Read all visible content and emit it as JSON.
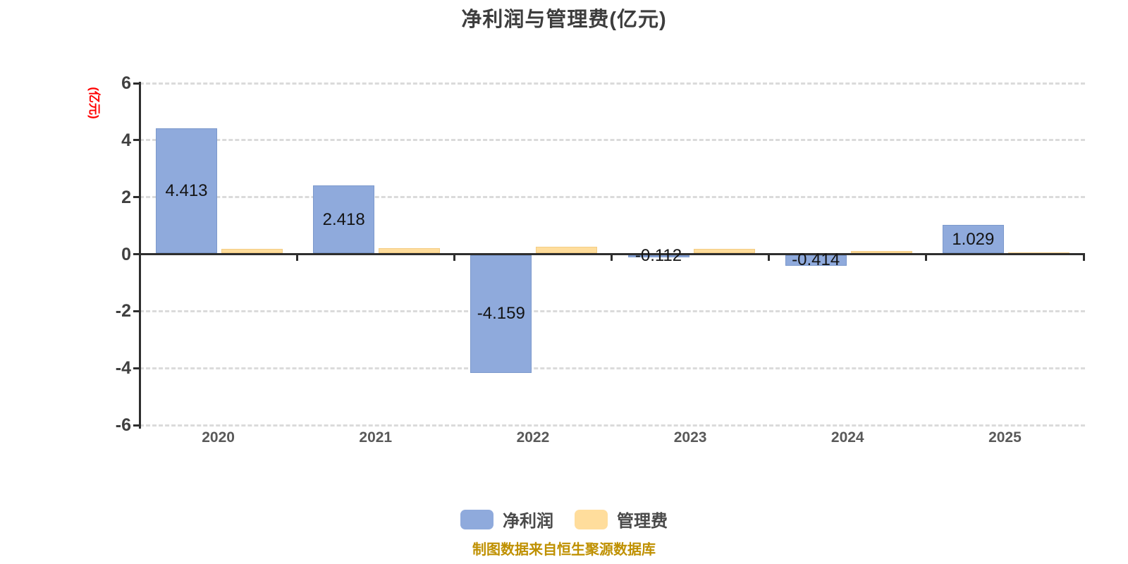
{
  "chart_data": {
    "type": "bar",
    "title": "净利润与管理费(亿元)",
    "ylabel": "(亿元)",
    "xlabel": "",
    "categories": [
      "2020",
      "2021",
      "2022",
      "2023",
      "2024",
      "2025"
    ],
    "series": [
      {
        "name": "净利润",
        "slug": "net-profit",
        "color": "#8FAADC",
        "border_color": "#7c99cc",
        "values": [
          4.413,
          2.418,
          -4.159,
          -0.112,
          -0.414,
          1.029
        ],
        "data_labels": [
          "4.413",
          "2.418",
          "-4.159",
          "-0.112",
          "-0.414",
          "1.029"
        ]
      },
      {
        "name": "管理费",
        "slug": "management-fee",
        "color": "#FFDD9C",
        "border_color": "#f3cd85",
        "values": [
          0.18,
          0.21,
          0.25,
          0.18,
          0.11,
          0.06
        ],
        "data_labels": []
      }
    ],
    "ylim": [
      -6,
      6
    ],
    "yticks": [
      6,
      4,
      2,
      0,
      -2,
      -4,
      -6
    ],
    "grid": "horizontal-dashed",
    "legend_position": "bottom"
  },
  "colors": {
    "axis": "#2e2e2e",
    "grid": "#dbdbdb",
    "y_axis_unit_label": "#ff0000",
    "tick_text": "#404040",
    "category_text": "#595959",
    "value_label_text": "#141414",
    "source_text": "#bf9000",
    "background": "#ffffff"
  },
  "legend": {
    "items": [
      {
        "label": "净利润",
        "color": "#8FAADC"
      },
      {
        "label": "管理费",
        "color": "#FFDD9C"
      }
    ]
  },
  "footer": {
    "source_note": "制图数据来自恒生聚源数据库"
  }
}
